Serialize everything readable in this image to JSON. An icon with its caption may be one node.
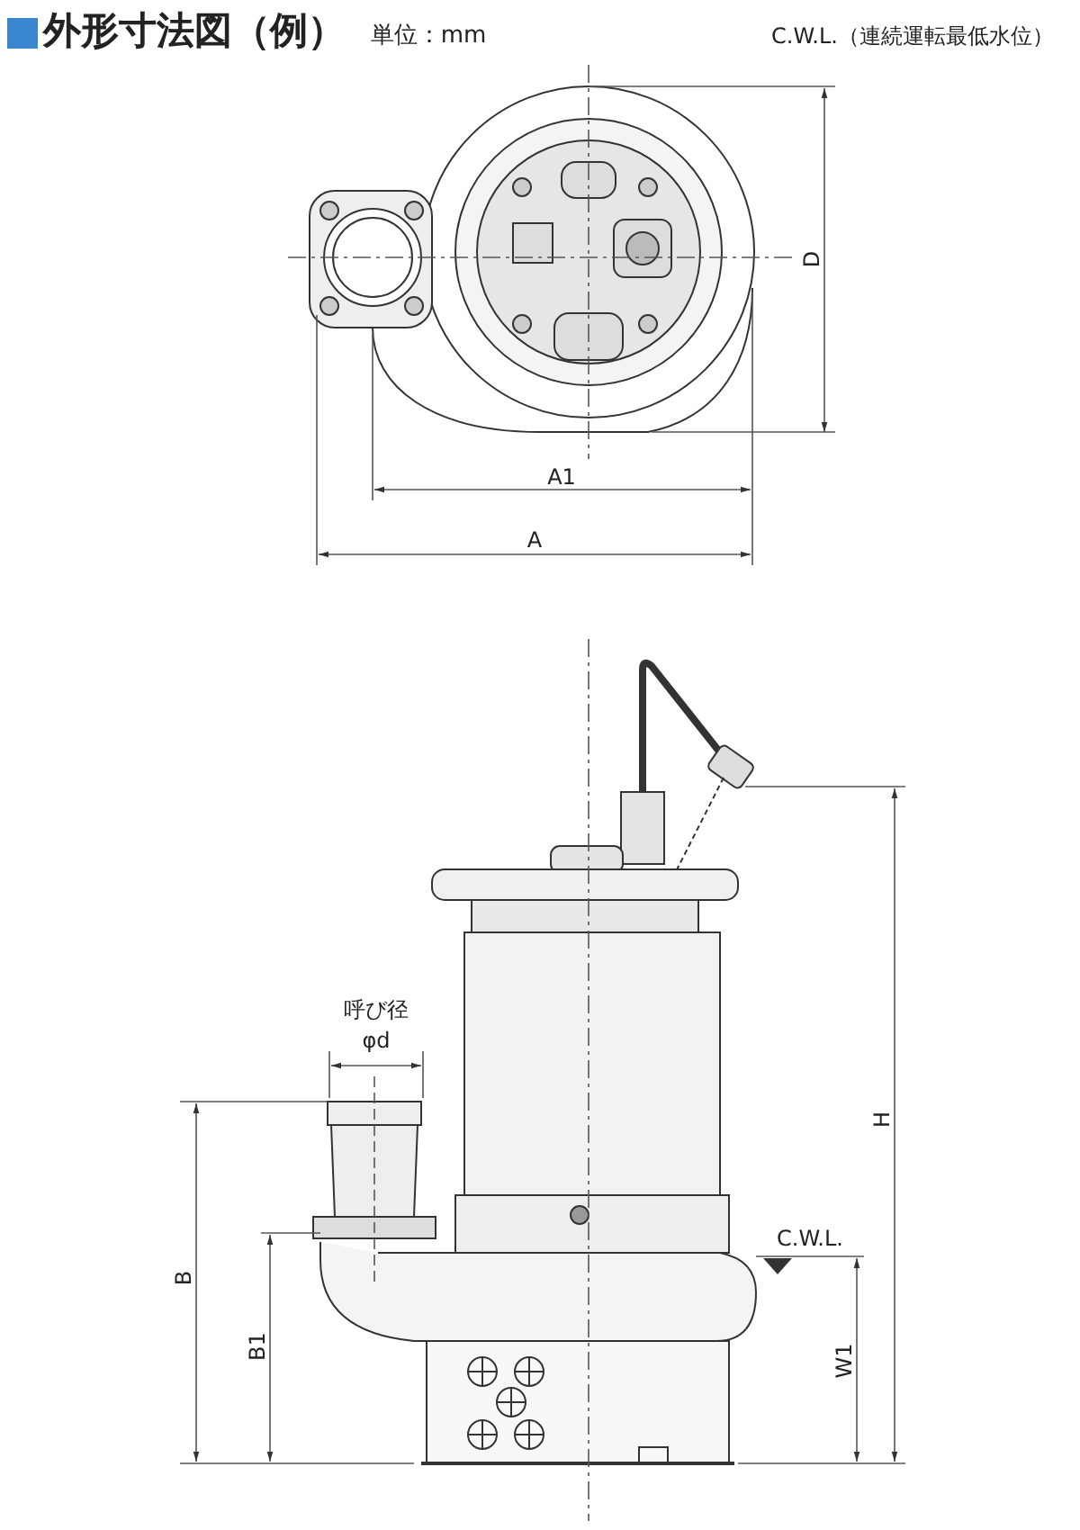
{
  "diagram": {
    "title": "外形寸法図（例）",
    "labels": [
      "単位：mm",
      "C.W.L.（連続運転最低水位）",
      "D",
      "A1",
      "A",
      "呼び径",
      "φd",
      "H",
      "C.W.L.",
      "B",
      "B1",
      "W1"
    ]
  }
}
